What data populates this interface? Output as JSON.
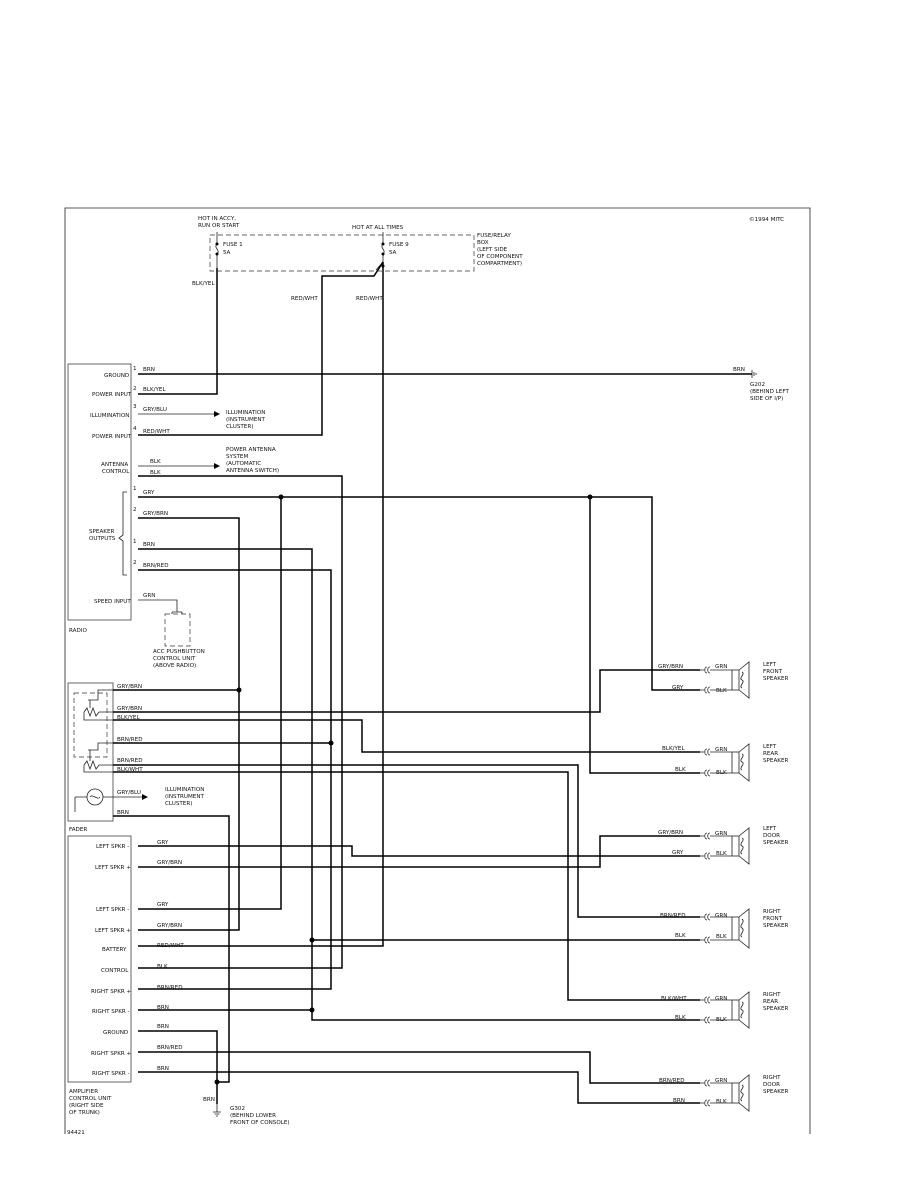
{
  "copyright": "©1994 MITC",
  "figure_id": "94421",
  "fuse_box": {
    "label_lines": [
      "FUSE/RELAY",
      "BOX",
      "(LEFT SIDE",
      "OF COMPONENT",
      "COMPARTMENT)"
    ],
    "hot_accy": [
      "HOT IN ACCY,",
      "RUN OR START"
    ],
    "hot_all": "HOT AT ALL TIMES",
    "fuse1": [
      "FUSE 1",
      "5A"
    ],
    "fuse9": [
      "FUSE 9",
      "5A"
    ]
  },
  "wires": {
    "blk_yel": "BLK/YEL",
    "red_wht": "RED/WHT",
    "brn": "BRN",
    "gry_blu": "GRY/BLU",
    "blk": "BLK",
    "gry": "GRY",
    "gry_brn": "GRY/BRN",
    "brn_red": "BRN/RED",
    "grn": "GRN",
    "blk_wht": "BLK/WHT"
  },
  "radio": {
    "name": "RADIO",
    "pins": {
      "ground": "GROUND",
      "power_input": "POWER INPUT",
      "illumination": "ILLUMINATION",
      "antenna_control": [
        "ANTENNA",
        "CONTROL"
      ],
      "speaker_outputs": [
        "SPEAKER",
        "OUTPUTS"
      ],
      "speed_input": "SPEED INPUT"
    },
    "pin_numbers": [
      "1",
      "2",
      "3",
      "4",
      "1",
      "2",
      "1",
      "2"
    ]
  },
  "ground_g202": [
    "G202",
    "(BEHIND LEFT",
    "SIDE OF I/P)"
  ],
  "illumination_cluster": [
    "ILLUMINATION",
    "(INSTRUMENT",
    "CLUSTER)"
  ],
  "power_antenna": [
    "POWER ANTENNA",
    "SYSTEM",
    "(AUTOMATIC",
    "ANTENNA SWITCH)"
  ],
  "acc_unit": [
    "ACC PUSHBUTTON",
    "CONTROL UNIT",
    "(ABOVE RADIO)"
  ],
  "fader": "FADER",
  "amplifier": {
    "pins": [
      "LEFT SPKR -",
      "LEFT SPKR +",
      "LEFT SPKR -",
      "LEFT SPKR +",
      "BATTERY",
      "CONTROL",
      "RIGHT SPKR +",
      "RIGHT SPKR -",
      "GROUND",
      "RIGHT SPKR +",
      "RIGHT SPKR -"
    ],
    "label": [
      "AMPLIFIER",
      "CONTROL UNIT",
      "(RIGHT SIDE",
      "OF TRUNK)"
    ]
  },
  "ground_g302": [
    "G302",
    "(BEHIND LOWER",
    "FRONT OF CONSOLE)"
  ],
  "speakers": [
    {
      "name": [
        "LEFT",
        "FRONT",
        "SPEAKER"
      ]
    },
    {
      "name": [
        "LEFT",
        "REAR",
        "SPEAKER"
      ]
    },
    {
      "name": [
        "LEFT",
        "DOOR",
        "SPEAKER"
      ]
    },
    {
      "name": [
        "RIGHT",
        "FRONT",
        "SPEAKER"
      ]
    },
    {
      "name": [
        "RIGHT",
        "REAR",
        "SPEAKER"
      ]
    },
    {
      "name": [
        "RIGHT",
        "DOOR",
        "SPEAKER"
      ]
    }
  ]
}
